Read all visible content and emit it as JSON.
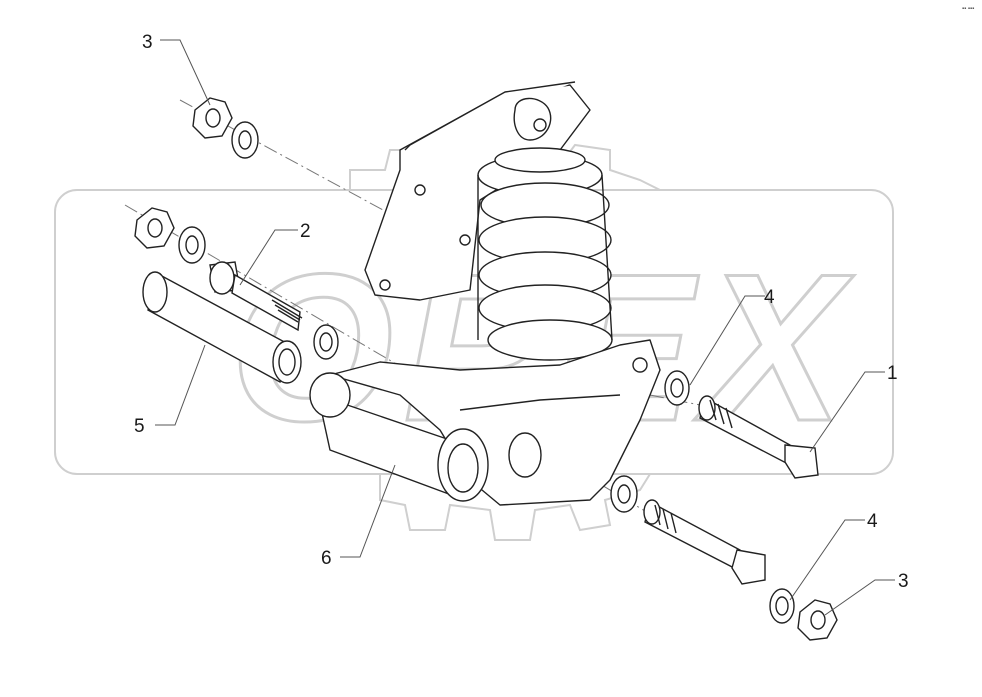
{
  "diagram": {
    "watermark_text": "OPEX",
    "corner_mark": "▪▪ ▪▪▪",
    "callouts": [
      {
        "id": "label-3-top",
        "text": "3"
      },
      {
        "id": "label-2",
        "text": "2"
      },
      {
        "id": "label-5",
        "text": "5"
      },
      {
        "id": "label-4-mid",
        "text": "4"
      },
      {
        "id": "label-1",
        "text": "1"
      },
      {
        "id": "label-6",
        "text": "6"
      },
      {
        "id": "label-4-bottom",
        "text": "4"
      },
      {
        "id": "label-3-bottom",
        "text": "3"
      }
    ]
  }
}
